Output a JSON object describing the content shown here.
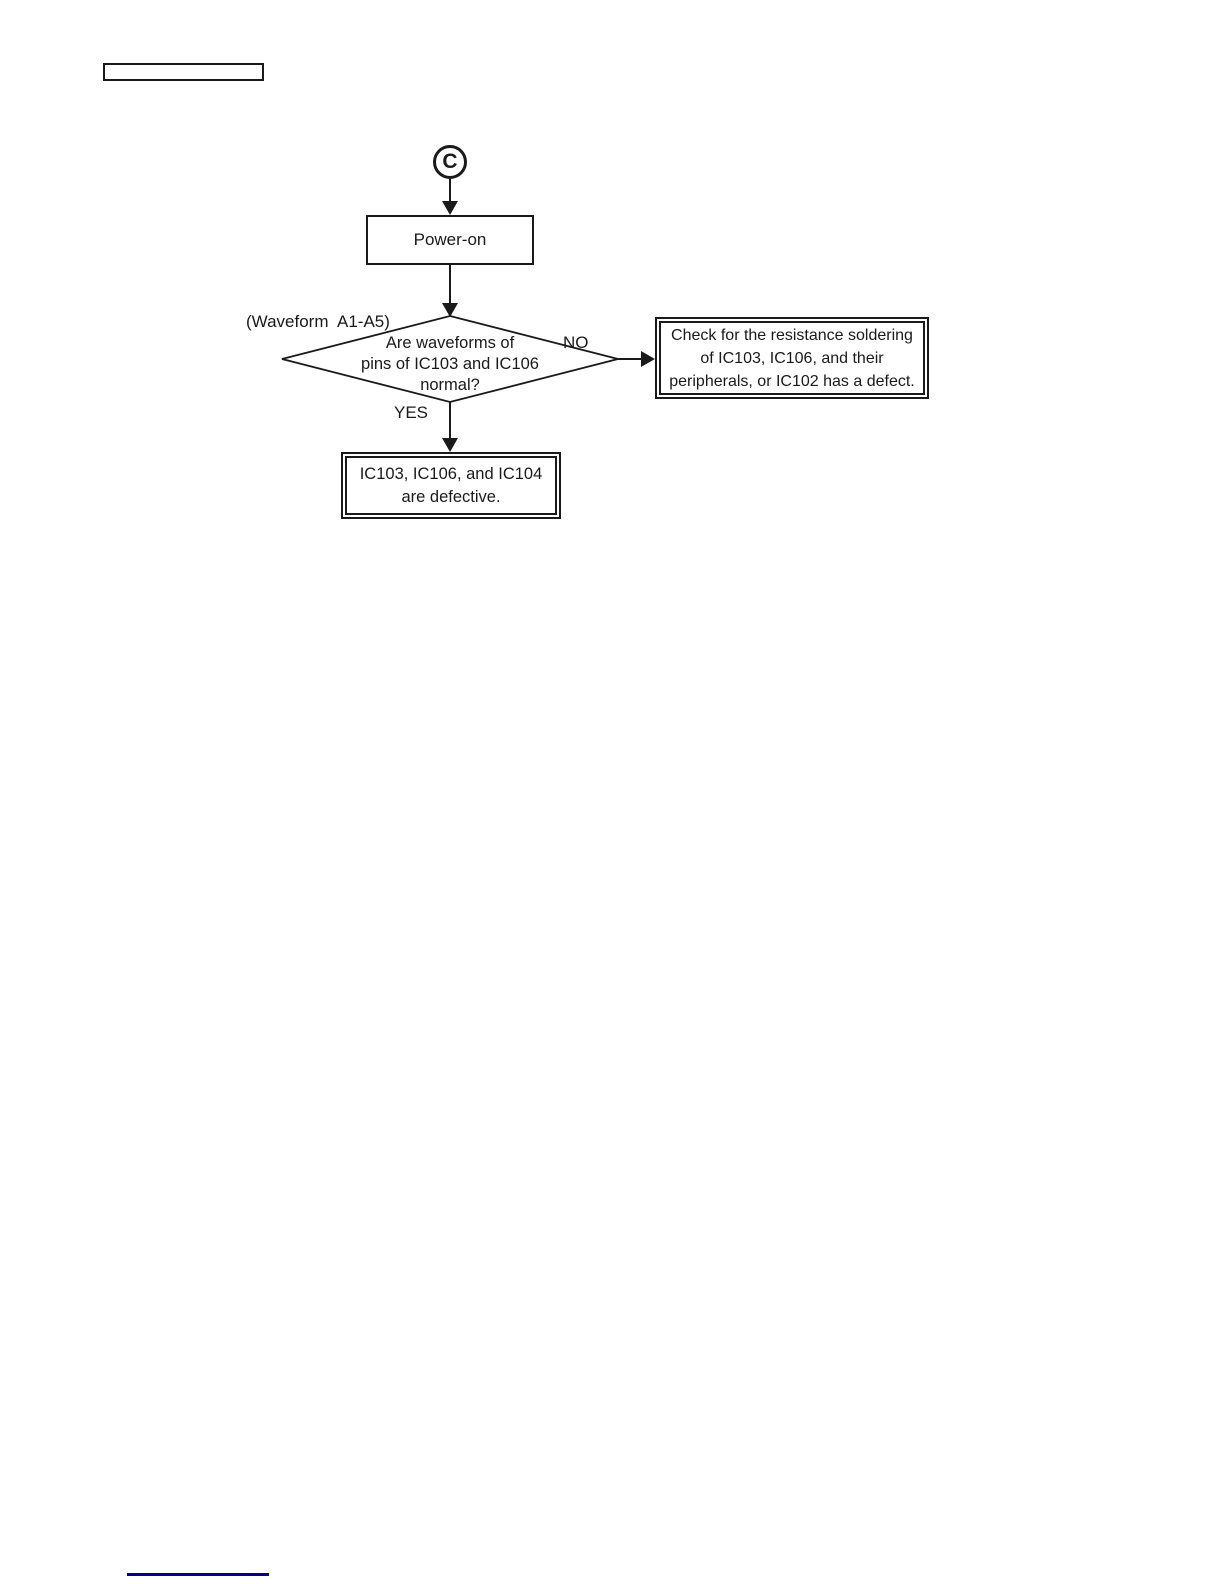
{
  "colors": {
    "line": "#1a1a1a",
    "footer_rule": "#000080"
  },
  "header": {
    "page_label_box": ""
  },
  "flowchart": {
    "entry_connector": "C",
    "power_on_label": "Power-on",
    "waveform_note": "(Waveform  A1-A5)",
    "decision": {
      "lines": [
        "Are waveforms of",
        "pins of IC103 and IC106",
        "normal?"
      ],
      "no_label": "NO",
      "yes_label": "YES"
    },
    "no_branch_box": {
      "lines": [
        "Check for the resistance soldering",
        "of IC103, IC106, and their",
        "peripherals, or IC102 has a defect."
      ]
    },
    "yes_branch_box": {
      "lines": [
        "IC103, IC106, and IC104",
        "are defective."
      ]
    }
  }
}
